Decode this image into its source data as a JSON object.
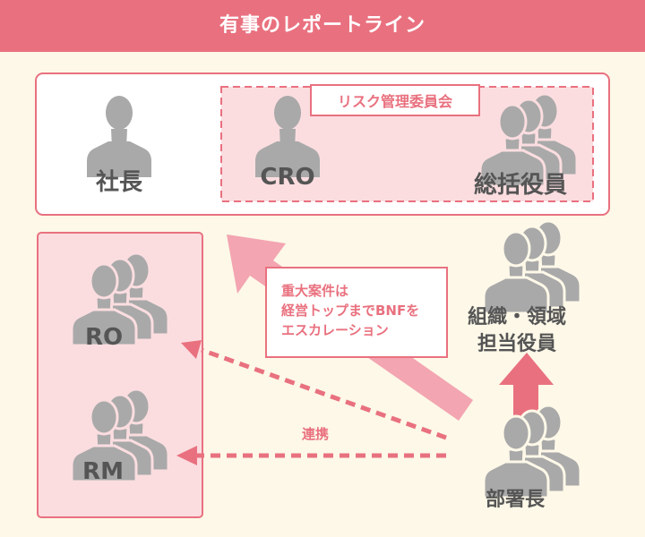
{
  "title": "有事のレポートライン",
  "committee": {
    "title": "リスク管理委員会"
  },
  "roles": {
    "president": "社長",
    "cro": "CRO",
    "general_officer": "総括役員",
    "ro": "RO",
    "rm": "RM",
    "org_officer_line1": "組織・領域",
    "org_officer_line2": "担当役員",
    "dept_head": "部署長"
  },
  "callout": {
    "line1": "重大案件は",
    "line2": "経営トップまでBNFを",
    "line3": "エスカレーション"
  },
  "link_label": "連携",
  "colors": {
    "accent": "#e9717f",
    "panel_fill": "#fbdde0",
    "background": "#fdf8e8",
    "person": "#a9a9a9",
    "arrow_light": "#f3a5b1"
  }
}
